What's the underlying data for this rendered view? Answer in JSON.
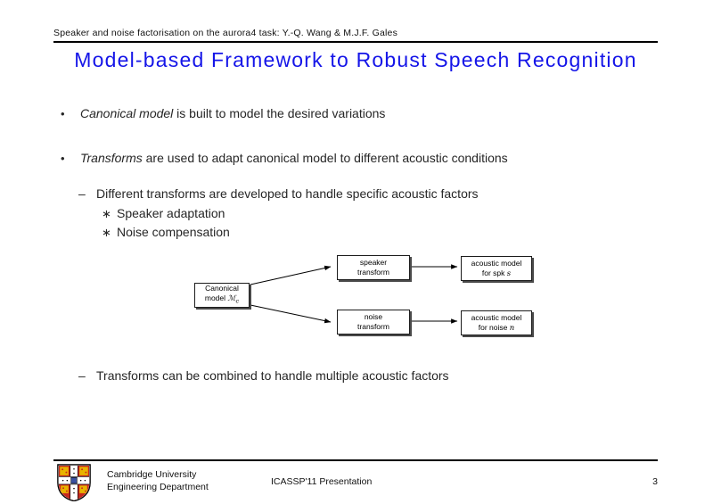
{
  "header": {
    "text": "Speaker and noise factorisation on the aurora4 task: Y.-Q. Wang & M.J.F. Gales"
  },
  "title": "Model-based Framework to Robust Speech Recognition",
  "bullets": {
    "bullet_glyph": "•",
    "dash_glyph": "–",
    "star_glyph": "∗",
    "item1": {
      "em": "Canonical model",
      "rest": " is built to model the desired variations"
    },
    "item2": {
      "em": "Transforms",
      "rest": " are used to adapt canonical model to different acoustic conditions"
    },
    "sub1": "Different transforms are developed to handle specific acoustic factors",
    "sub1a": "Speaker adaptation",
    "sub1b": "Noise compensation",
    "sub2": "Transforms can be combined to handle multiple acoustic factors"
  },
  "diagram": {
    "canonical_line1": "Canonical",
    "canonical_line2_prefix": "model ",
    "canonical_symbol": "ℳ",
    "canonical_subscript": "c",
    "speaker_line1": "speaker",
    "speaker_line2": "transform",
    "noise_line1": "noise",
    "noise_line2": "transform",
    "ac_spk_line1": "acoustic model",
    "ac_spk_line2_prefix": "for spk ",
    "ac_spk_var": "s",
    "ac_noise_line1": "acoustic model",
    "ac_noise_line2_prefix": "for noise ",
    "ac_noise_var": "n"
  },
  "footer": {
    "org_line1": "Cambridge University",
    "org_line2": "Engineering Department",
    "center": "ICASSP'11 Presentation",
    "page": "3"
  },
  "colors": {
    "title_blue": "#1515e8",
    "crest_red": "#c8281e",
    "crest_gold": "#e8b400",
    "crest_book_blue": "#3a50a0"
  }
}
